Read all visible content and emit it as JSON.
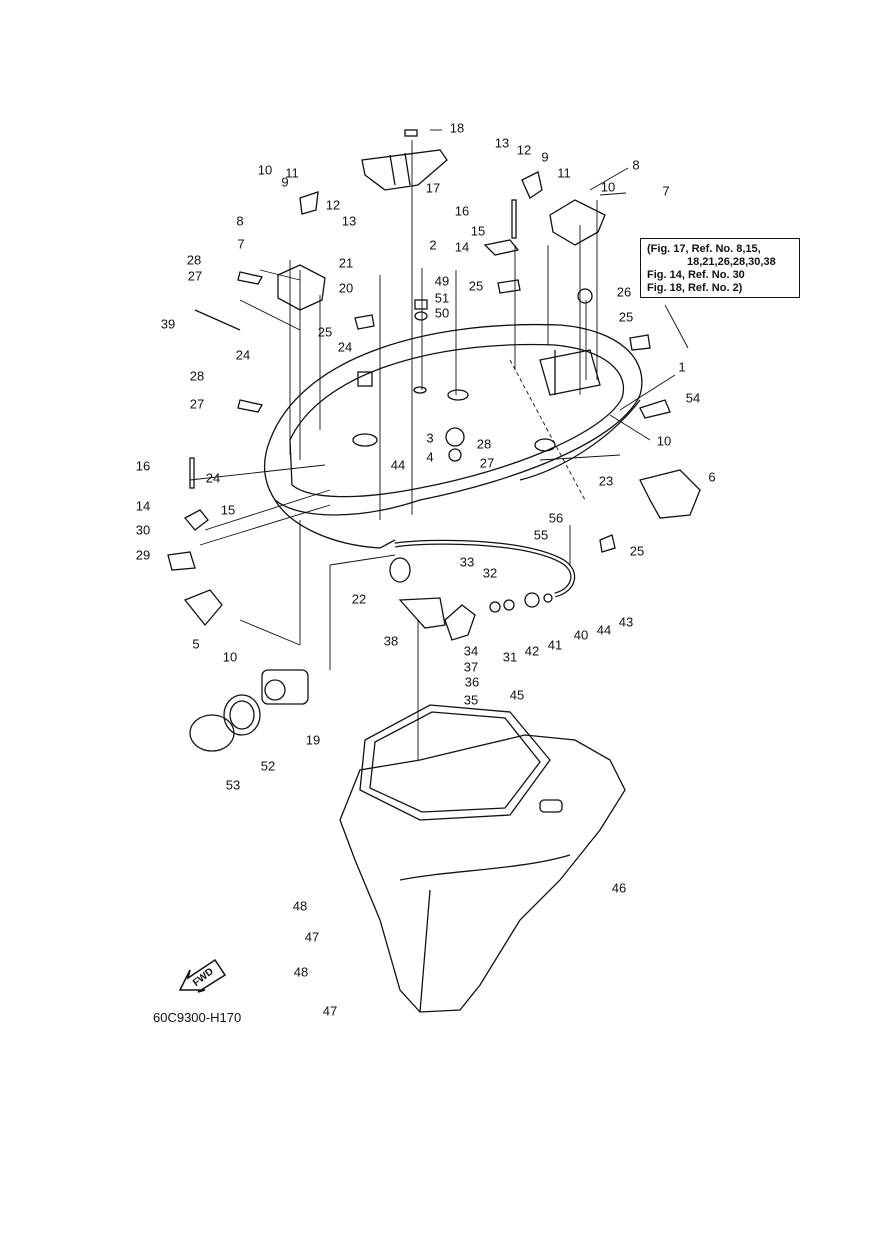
{
  "diagram": {
    "code": "60C9300-H170",
    "fwd_label": "FWD",
    "note": {
      "line1": "(Fig. 17, Ref. No. 8,15,",
      "line2": "18,21,26,28,30,38",
      "line3": "Fig. 14, Ref. No. 30",
      "line4": "Fig. 18, Ref. No. 2)"
    },
    "callouts": [
      "1",
      "2",
      "3",
      "4",
      "5",
      "6",
      "7",
      "7",
      "8",
      "8",
      "9",
      "9",
      "10",
      "10",
      "10",
      "10",
      "11",
      "11",
      "12",
      "12",
      "13",
      "13",
      "14",
      "14",
      "15",
      "15",
      "16",
      "16",
      "17",
      "18",
      "19",
      "20",
      "21",
      "22",
      "23",
      "24",
      "24",
      "24",
      "25",
      "25",
      "25",
      "25",
      "26",
      "27",
      "27",
      "27",
      "28",
      "28",
      "28",
      "29",
      "30",
      "31",
      "32",
      "33",
      "34",
      "35",
      "36",
      "37",
      "38",
      "39",
      "40",
      "41",
      "42",
      "43",
      "44",
      "44",
      "45",
      "46",
      "47",
      "47",
      "48",
      "48",
      "49",
      "50",
      "51",
      "52",
      "53",
      "54",
      "55",
      "56"
    ]
  }
}
